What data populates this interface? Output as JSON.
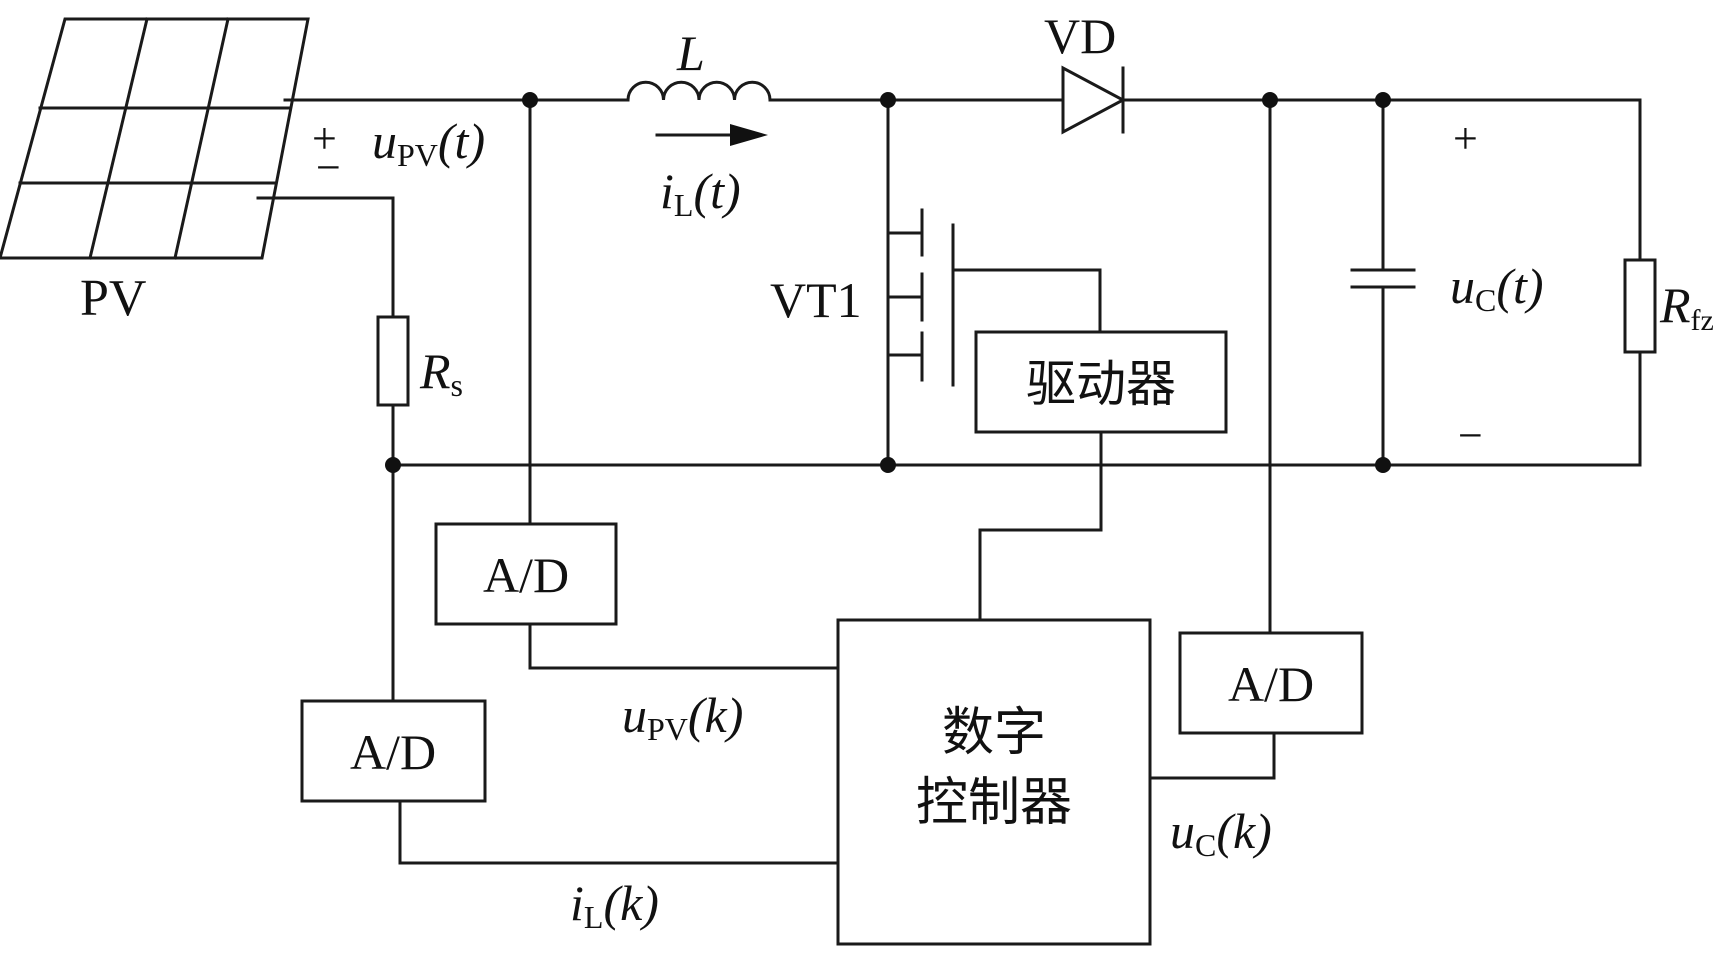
{
  "components": {
    "pv": {
      "label": "PV"
    },
    "inductor": {
      "label": "L"
    },
    "diode": {
      "label": "VD"
    },
    "switch": {
      "label": "VT1"
    },
    "sense_resistor": {
      "main": "R",
      "sub": "s"
    },
    "load_resistor": {
      "main": "R",
      "sub": "fz"
    },
    "driver": {
      "label": "驱动器"
    },
    "controller": {
      "line1": "数字",
      "line2": "控制器"
    },
    "adc_voltage": {
      "label": "A/D"
    },
    "adc_current": {
      "label": "A/D"
    },
    "adc_output": {
      "label": "A/D"
    }
  },
  "signals": {
    "u_pv_t": {
      "main": "u",
      "sub": "PV",
      "arg": "(t)"
    },
    "i_l_t": {
      "main": "i",
      "sub": "L",
      "arg": "(t)"
    },
    "u_c_t": {
      "main": "u",
      "sub": "C",
      "arg": "(t)"
    },
    "u_pv_k": {
      "main": "u",
      "sub": "PV",
      "arg": "(k)"
    },
    "i_l_k": {
      "main": "i",
      "sub": "L",
      "arg": "(k)"
    },
    "u_c_k": {
      "main": "u",
      "sub": "C",
      "arg": "(k)"
    }
  },
  "polarity": {
    "plus": "+",
    "minus": "−"
  },
  "colors": {
    "line": "#1a1a1a",
    "background": "#ffffff"
  }
}
